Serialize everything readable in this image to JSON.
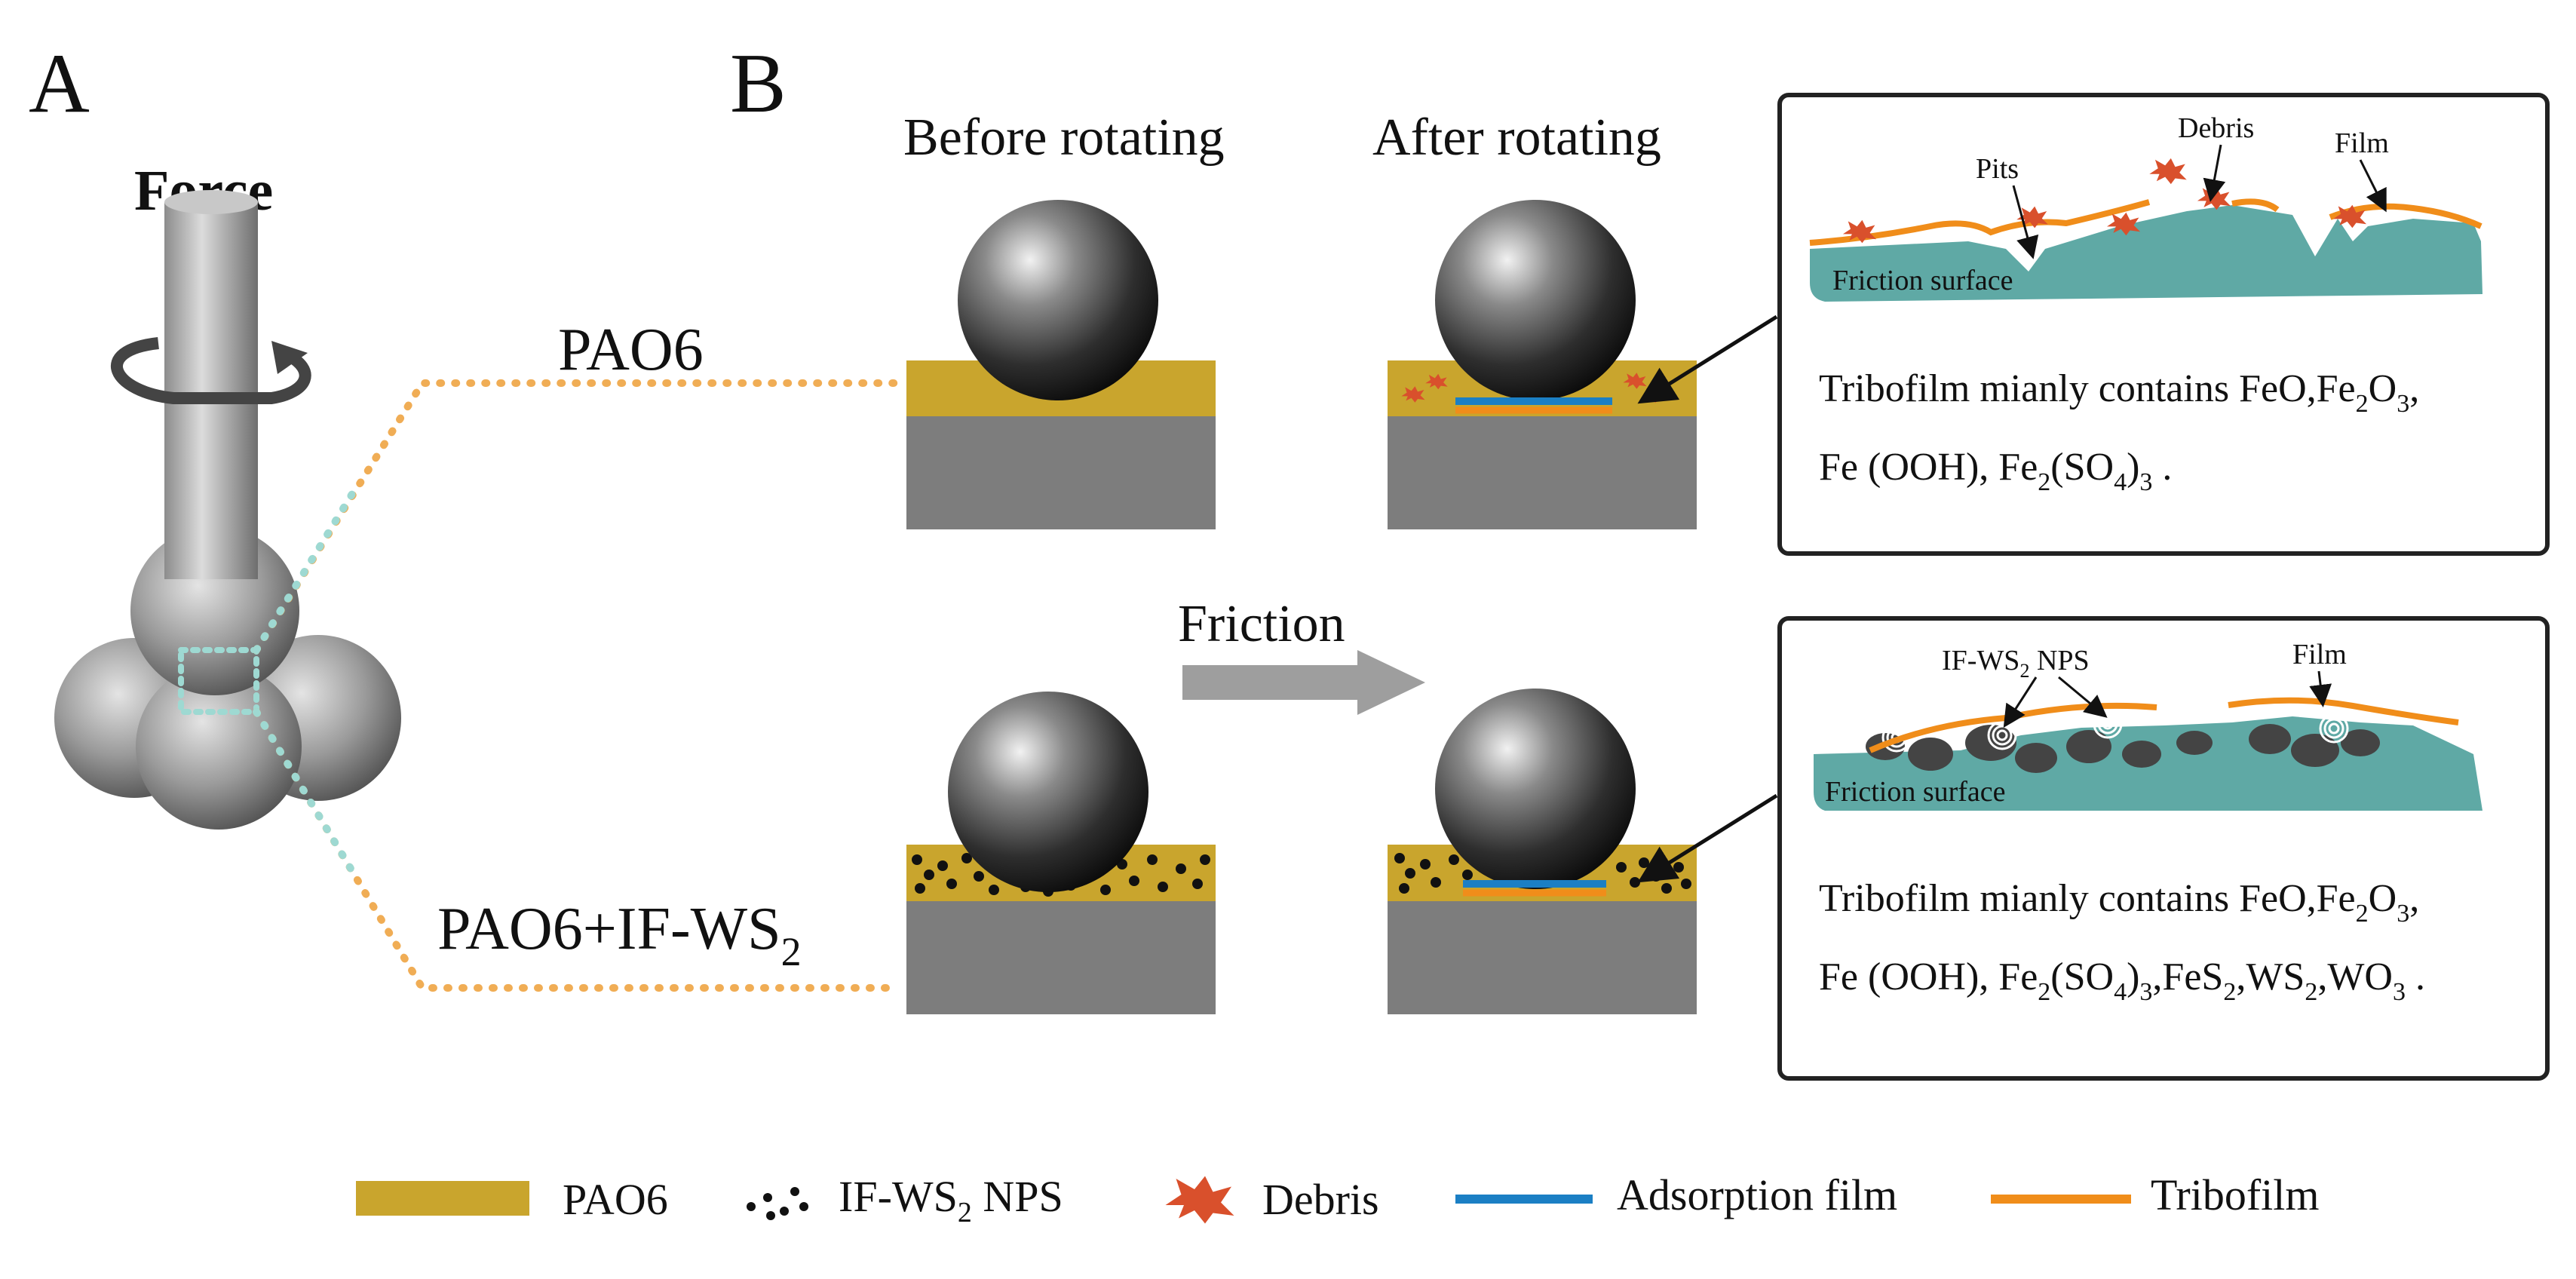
{
  "panel_a": {
    "label": "A",
    "force_label": "Force"
  },
  "panel_b": {
    "label": "B",
    "col_before": "Before rotating",
    "col_after": "After rotating",
    "friction_label": "Friction",
    "row1_label": "PAO6",
    "row2_label_main": "PAO6+IF-WS",
    "row2_label_sub": "2"
  },
  "box1": {
    "label_pits": "Pits",
    "label_debris": "Debris",
    "label_film": "Film",
    "label_surface": "Friction surface",
    "line1": [
      {
        "t": "Tribofilm mianly contains FeO,Fe",
        "s": "n"
      },
      {
        "t": "2",
        "s": "sub"
      },
      {
        "t": "O",
        "s": "n"
      },
      {
        "t": "3",
        "s": "sub"
      },
      {
        "t": ",",
        "s": "n"
      }
    ],
    "line2": [
      {
        "t": "Fe (OOH), Fe",
        "s": "n"
      },
      {
        "t": "2",
        "s": "sub"
      },
      {
        "t": "(SO",
        "s": "n"
      },
      {
        "t": "4",
        "s": "sub"
      },
      {
        "t": ")",
        "s": "n"
      },
      {
        "t": "3",
        "s": "sub"
      },
      {
        "t": " .",
        "s": "n"
      }
    ]
  },
  "box2": {
    "label_nps_main": "IF-WS",
    "label_nps_sub": "2",
    "label_nps_tail": " NPS",
    "label_film": "Film",
    "label_surface": "Friction surface",
    "line1": [
      {
        "t": "Tribofilm mianly contains FeO,Fe",
        "s": "n"
      },
      {
        "t": "2",
        "s": "sub"
      },
      {
        "t": "O",
        "s": "n"
      },
      {
        "t": "3",
        "s": "sub"
      },
      {
        "t": ",",
        "s": "n"
      }
    ],
    "line2": [
      {
        "t": "Fe (OOH), Fe",
        "s": "n"
      },
      {
        "t": "2",
        "s": "sub"
      },
      {
        "t": "(SO",
        "s": "n"
      },
      {
        "t": "4",
        "s": "sub"
      },
      {
        "t": ")",
        "s": "n"
      },
      {
        "t": "3",
        "s": "sub"
      },
      {
        "t": ",FeS",
        "s": "n"
      },
      {
        "t": "2",
        "s": "sub"
      },
      {
        "t": ",WS",
        "s": "n"
      },
      {
        "t": "2",
        "s": "sub"
      },
      {
        "t": ",WO",
        "s": "n"
      },
      {
        "t": "3",
        "s": "sub"
      },
      {
        "t": " .",
        "s": "n"
      }
    ]
  },
  "legend": {
    "pao6": "PAO6",
    "nps_main": "IF-WS",
    "nps_sub": "2",
    "nps_tail": " NPS",
    "debris": "Debris",
    "adsorption": "Adsorption film",
    "tribofilm": "Tribofilm"
  },
  "colors": {
    "pao6": "#c9a52d",
    "steel": "#7d7d7d",
    "surface": "#5fa9a5",
    "debris": "#d9502c",
    "adsorption": "#1b7fc4",
    "tribofilm": "#f08d1a",
    "dotted_orange": "#f0ad55",
    "dotted_teal": "#9ed9d2"
  }
}
